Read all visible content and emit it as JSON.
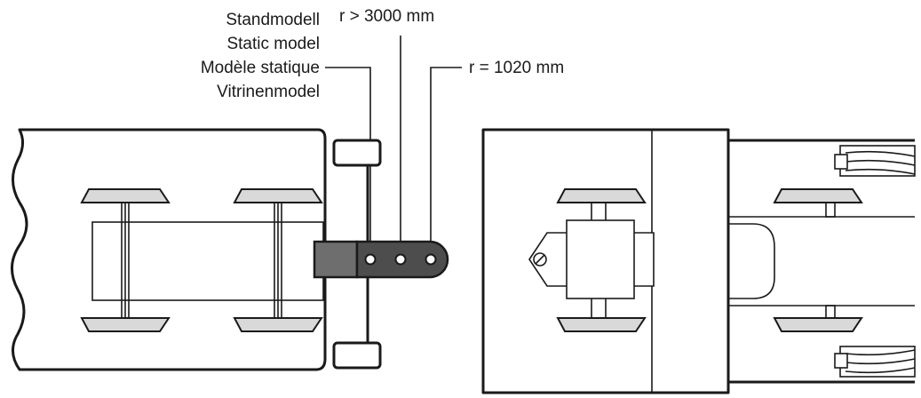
{
  "labels": {
    "model_type": [
      "Standmodell",
      "Static model",
      "Modèle statique",
      "Vitrinenmodel"
    ],
    "radius_large": "r > 3000 mm",
    "radius_small": "r = 1020 mm"
  },
  "colors": {
    "line": "#1a1a1a",
    "light_grey": "#d9d9d9",
    "coupler_grey": "#6e6e6e",
    "background": "#ffffff"
  }
}
